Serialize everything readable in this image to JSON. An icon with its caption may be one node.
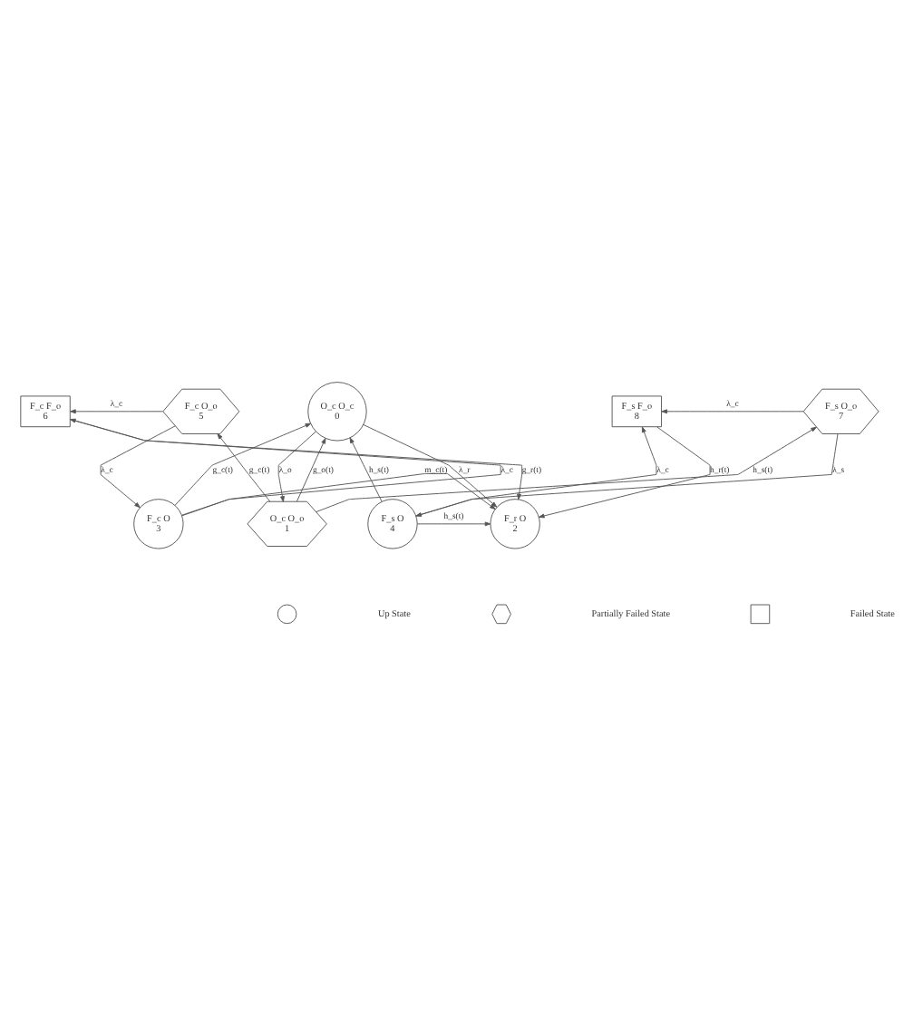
{
  "diagram": {
    "nodes": [
      {
        "text": [
          "O_c O_c",
          "0"
        ]
      },
      {
        "text": [
          "O_c O_o",
          "1"
        ]
      },
      {
        "text": [
          "F_r O",
          "2"
        ]
      },
      {
        "text": [
          "F_c O",
          "3"
        ]
      },
      {
        "text": [
          "F_s O",
          "4"
        ]
      },
      {
        "text": [
          "F_c O_o",
          "5"
        ]
      },
      {
        "text": [
          "F_c F_o",
          "6"
        ]
      },
      {
        "text": [
          "F_s O_o",
          "7"
        ]
      },
      {
        "text": [
          "F_s F_o",
          "8"
        ]
      }
    ],
    "edges": [
      {
        "from": 3,
        "to": 6,
        "arrow": "to",
        "label": "λ_c"
      },
      {
        "from": 6,
        "to": 2,
        "arrow": "to",
        "label": "g_r(t)"
      },
      {
        "from": 8,
        "to": 2,
        "arrow": "to",
        "label": "h_r(t)"
      },
      {
        "from": 4,
        "to": 8,
        "arrow": "to",
        "label": "λ_c"
      },
      {
        "from": 5,
        "to": 6,
        "arrow": "to",
        "label": "λ_c"
      },
      {
        "from": 7,
        "to": 8,
        "arrow": "to",
        "label": "λ_c"
      },
      {
        "from": 3,
        "to": 2,
        "arrow": "to",
        "label": "m_c(t)"
      },
      {
        "from": 4,
        "to": 2,
        "arrow": "to",
        "label": "h_s(t)"
      },
      {
        "from": 0,
        "to": 2,
        "arrow": "to",
        "label": "λ_r"
      },
      {
        "from": 3,
        "to": 0,
        "arrow": "to",
        "label": "g_c(t)"
      },
      {
        "from": 4,
        "to": 0,
        "arrow": "to",
        "label": "h_s(t)"
      },
      {
        "from": 5,
        "to": 3,
        "arrow": "to",
        "label": "λ_c"
      },
      {
        "from": 7,
        "to": 4,
        "arrow": "to",
        "label": "λ_s"
      },
      {
        "from": 1,
        "to": 5,
        "arrow": "to",
        "label": "g_c(t)"
      },
      {
        "from": 1,
        "to": 7,
        "arrow": "to",
        "label": "h_s(t)"
      },
      {
        "from": 0,
        "to": 1,
        "arrow": "to",
        "label": "λ_o"
      },
      {
        "from": 1,
        "to": 0,
        "arrow": "to",
        "label": "g_o(t)"
      }
    ],
    "legend": [
      {
        "text": "Up State"
      },
      {
        "text": "Partially Failed State"
      },
      {
        "text": "Failed State"
      }
    ]
  }
}
